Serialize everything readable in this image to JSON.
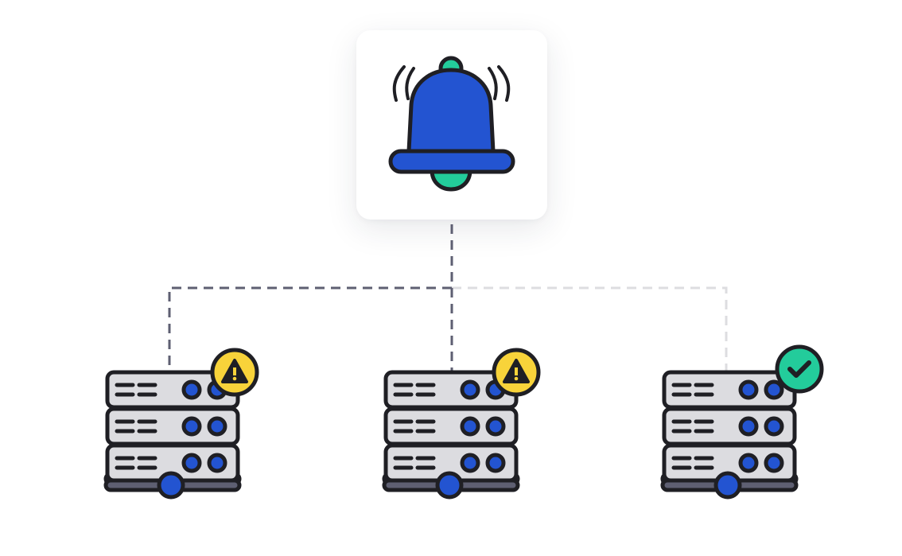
{
  "diagram": {
    "alert_source": {
      "icon": "bell-icon",
      "colors": {
        "body": "#2354D1",
        "clapper": "#23CC9B",
        "outline": "#1F1F24"
      }
    },
    "servers": [
      {
        "id": "server-1",
        "status": "warning",
        "status_icon": "warning-icon",
        "link": "active"
      },
      {
        "id": "server-2",
        "status": "warning",
        "status_icon": "warning-icon",
        "link": "active"
      },
      {
        "id": "server-3",
        "status": "ok",
        "status_icon": "check-icon",
        "link": "inactive"
      }
    ],
    "colors": {
      "active_link": "#5E5F72",
      "inactive_link": "#DDDDE0",
      "server_fill": "#DCDCE0",
      "led": "#2354D1",
      "warning": "#F8D33A",
      "ok": "#23CC9B",
      "outline": "#1F1F24"
    }
  }
}
